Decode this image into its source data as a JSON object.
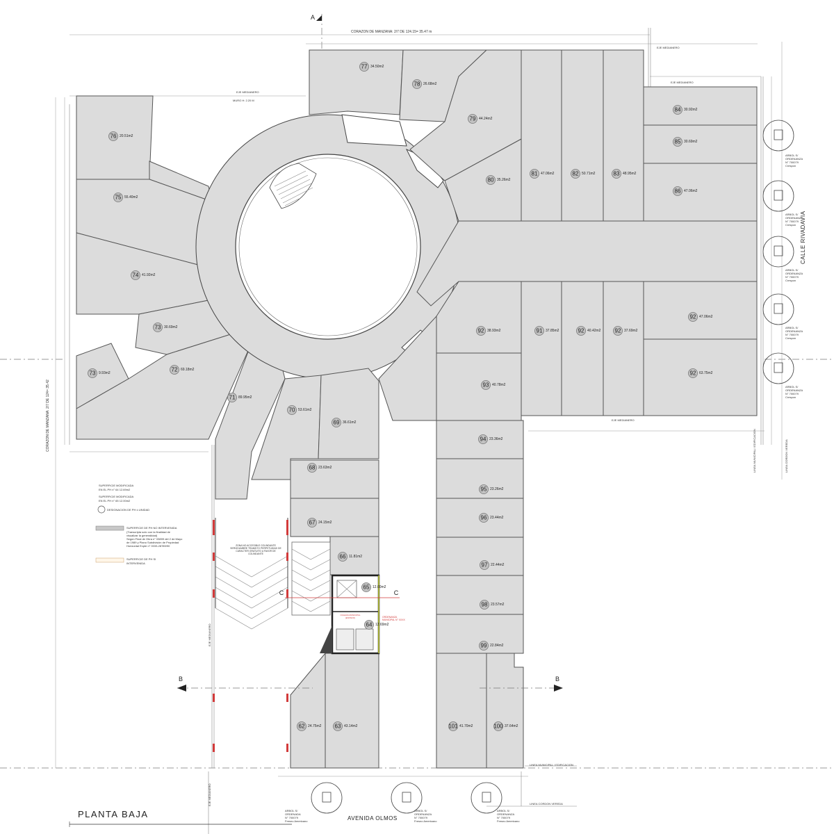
{
  "title": "PLANTA BAJA",
  "streets": {
    "bottom": "AVENIDA OLMOS",
    "right": "CALLE RIVADAVIA"
  },
  "top_dimension": "CORAZON DE MANZANA: 2/7 DE 124.15= 35.47 m",
  "left_dimension": "CORAZON DE MANZANA: 2/7 DE 124= 35.42",
  "cut_labels": {
    "A": "A",
    "B": "B",
    "C": "C"
  },
  "annotations": {
    "eje_medianero": "EJE MEDIANERO",
    "linea_municipal": "LINEA MUNICIPAL / EDIFICACION",
    "linea_cordon": "LINEA CORDON VEREDA",
    "muro": "MURO H: 2.20 M",
    "zona_comunicacion": "ZONA NO ACCESIBLE COLINDANTE SERVIDUMBRE TRANSITO PERPETUIDAD DE CARACTER GRATUITO A FAVOR DE COLINDANTE",
    "ochava": "OCHAVA MUNICIPAL (ESTADO)",
    "ordenanza": "ORDENANZA MUNICIPAL N° XXXX"
  },
  "legend": {
    "item1_line1": "SUPERFICIE MODIFICADA",
    "item1_line2": "EN EL PH n°",
    "item1_ph": "64",
    "item1_area": "12.69m2",
    "item2_line1": "SUPERFICIE MODIFICADA",
    "item2_line2": "EN EL PH n°",
    "item2_ph": "65",
    "item2_area": "12.00m2",
    "item3": "DESIGNACION DE PH ó UNIDAD",
    "item4_title": "SUPERFICIE DE PH NO INTERVENIDA",
    "item4_desc1": "(Transcripta solo con la finalidad de",
    "item4_desc2": "visualizar la generalidad)",
    "item4_desc3": "Según Final de Obra n° 03899 del 2 de Mayo",
    "item4_desc4": "de 1989 y Plano Subdivisión de Propiedad",
    "item4_desc5": "Horizontal Expte n° 0033-28789/90",
    "item5_line1": "SUPERFICIE DE PH SI",
    "item5_line2": "INTERVENIDA"
  },
  "trees": [
    {
      "line1": "ARBOL S/",
      "line2": "ORDENANZA",
      "line3": "N° 700079",
      "line4": "Crespon"
    },
    {
      "line1": "ARBOL S/",
      "line2": "ORDENANZA",
      "line3": "N° 700079",
      "line4": "Crespon"
    },
    {
      "line1": "ARBOL S/",
      "line2": "ORDENANZA",
      "line3": "N° 700079",
      "line4": "Crespon"
    },
    {
      "line1": "ARBOL S/",
      "line2": "ORDENANZA",
      "line3": "N° 700079",
      "line4": "Crespon"
    },
    {
      "line1": "ARBOL S/",
      "line2": "ORDENANZA",
      "line3": "N° 700079",
      "line4": "Crespon"
    },
    {
      "line1": "ARBOL S/",
      "line2": "ORDENADA",
      "line3": "N° 700079",
      "line4": "Fresno Americano"
    },
    {
      "line1": "ARBOL S/",
      "line2": "ORDENANZA",
      "line3": "N° 700079",
      "line4": "Fresno Americano"
    },
    {
      "line1": "ARBOL S/",
      "line2": "ORDENANZA",
      "line3": "N° 700079",
      "line4": "Fresno Americano"
    }
  ],
  "units": [
    {
      "id": "77",
      "area": "34.50m2"
    },
    {
      "id": "78",
      "area": "26.68m2"
    },
    {
      "id": "79",
      "area": "44.24m2"
    },
    {
      "id": "80",
      "area": "35.26m2"
    },
    {
      "id": "81",
      "area": "47.06m2"
    },
    {
      "id": "82",
      "area": "50.71m2"
    },
    {
      "id": "83",
      "area": "48.95m2"
    },
    {
      "id": "84",
      "area": "30.92m2"
    },
    {
      "id": "85",
      "area": "30.69m2"
    },
    {
      "id": "86",
      "area": "47.06m2"
    },
    {
      "id": "76",
      "area": "20.51m2"
    },
    {
      "id": "75",
      "area": "55.40m2"
    },
    {
      "id": "74",
      "area": "41.92m2"
    },
    {
      "id": "73",
      "area": "30.69m2"
    },
    {
      "id": "73",
      "area": "9.93m2"
    },
    {
      "id": "72",
      "area": "69.18m2"
    },
    {
      "id": "71",
      "area": "89.95m2"
    },
    {
      "id": "70",
      "area": "53.61m2"
    },
    {
      "id": "69",
      "area": "36.61m2"
    },
    {
      "id": "68",
      "area": "23.63m2"
    },
    {
      "id": "67",
      "area": "24.15m2"
    },
    {
      "id": "66",
      "area": "11.81m2"
    },
    {
      "id": "65",
      "area": "12.00m2"
    },
    {
      "id": "64",
      "area": "12.69m2"
    },
    {
      "id": "62",
      "area": "24.75m2"
    },
    {
      "id": "63",
      "area": "43.14m2"
    },
    {
      "id": "92",
      "area": "38.93m2"
    },
    {
      "id": "91",
      "area": "37.85m2"
    },
    {
      "id": "92",
      "area": "40.42m2"
    },
    {
      "id": "92",
      "area": "37.69m2"
    },
    {
      "id": "92",
      "area": "47.06m2"
    },
    {
      "id": "92",
      "area": "63.75m2"
    },
    {
      "id": "93",
      "area": "40.78m2"
    },
    {
      "id": "94",
      "area": "23.36m2"
    },
    {
      "id": "95",
      "area": "23.26m2"
    },
    {
      "id": "96",
      "area": "23.44m2"
    },
    {
      "id": "97",
      "area": "22.44m2"
    },
    {
      "id": "98",
      "area": "23.57m2"
    },
    {
      "id": "99",
      "area": "22.84m2"
    },
    {
      "id": "101",
      "area": "41.70m2"
    },
    {
      "id": "100",
      "area": "37.64m2"
    }
  ]
}
